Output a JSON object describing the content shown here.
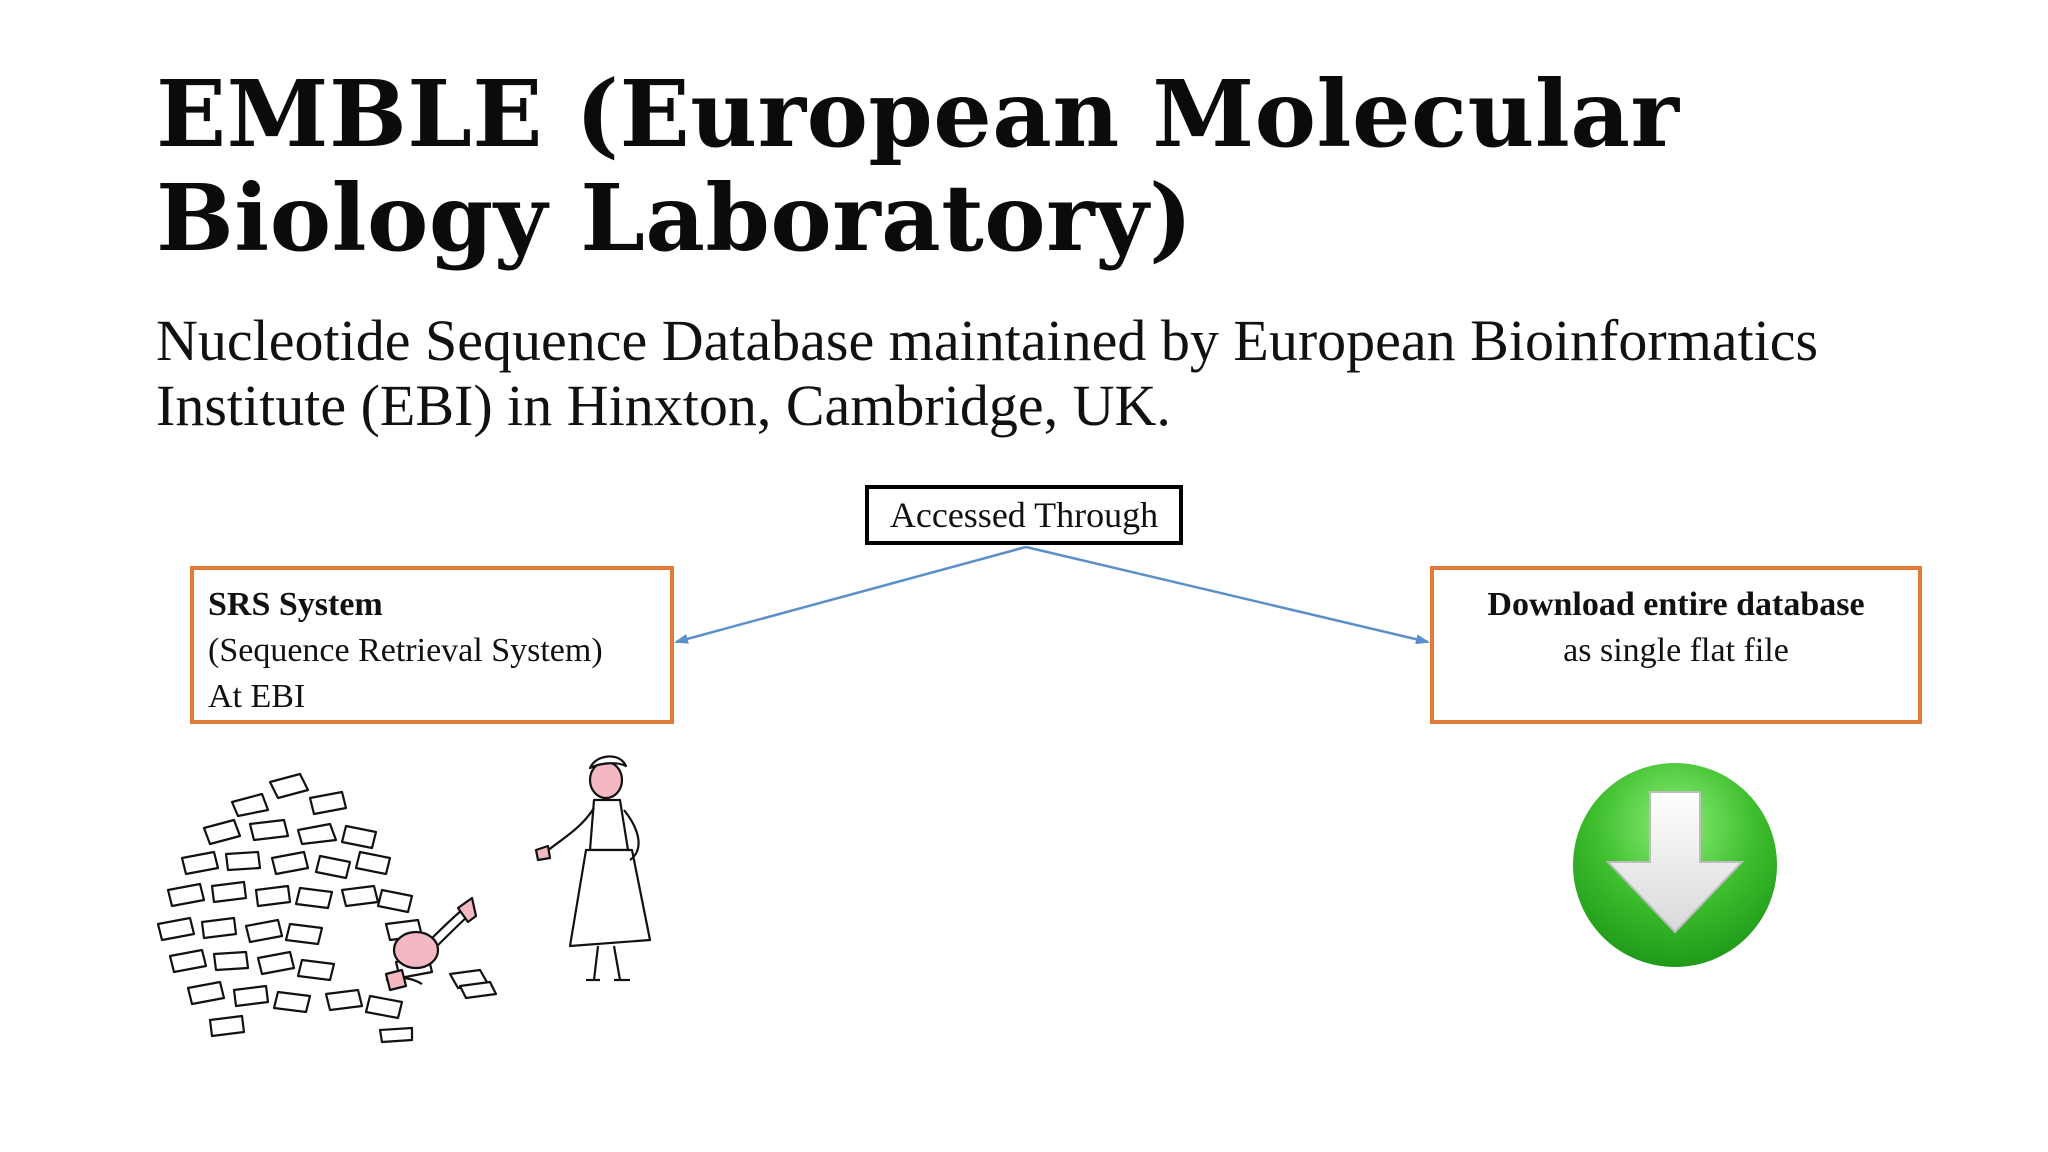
{
  "slide": {
    "title": "EMBLE (European Molecular Biology Laboratory)",
    "subtitle_line1": "Nucleotide Sequence Database maintained by European Bioinformatics",
    "subtitle_line2": "Institute (EBI) in Hinxton, Cambridge, UK."
  },
  "diagram": {
    "center_label": "Accessed Through",
    "left_box": {
      "line1": "SRS System",
      "line2": "(Sequence Retrieval System)",
      "line3": "At EBI"
    },
    "right_box": {
      "line1": "Download entire database",
      "line2": "as single flat file"
    }
  },
  "illustrations": {
    "left": "paper-pile-cartoon",
    "right": "download-arrow-icon"
  },
  "colors": {
    "box_border_orange": "#e07b39",
    "arrow_blue": "#5b8fc9",
    "icon_green": "#3fbf2e"
  }
}
